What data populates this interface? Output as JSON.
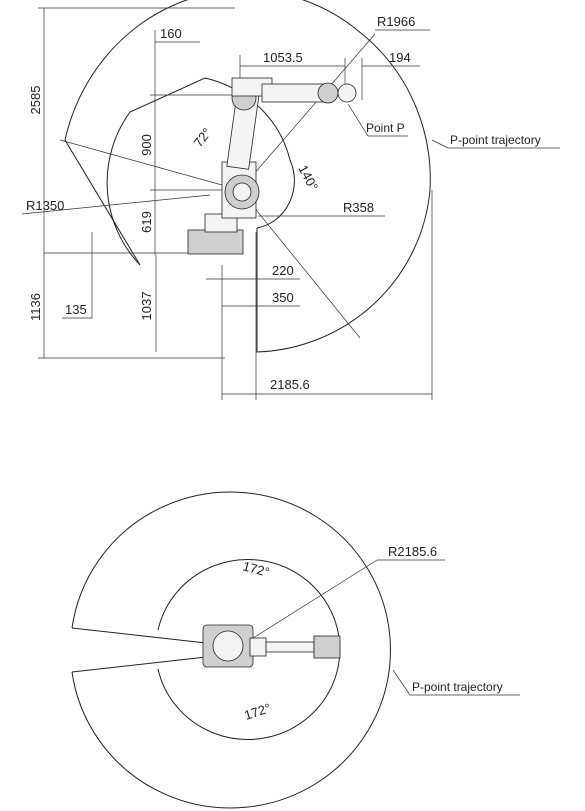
{
  "side_view": {
    "dimensions": {
      "r1966": "R1966",
      "d160": "160",
      "d1053": "1053.5",
      "d194": "194",
      "d2585": "2585",
      "d900": "900",
      "d619": "619",
      "r1350": "R1350",
      "r358": "R358",
      "d220": "220",
      "d350": "350",
      "d1136": "1136",
      "d135": "135",
      "d1037": "1037",
      "d2185": "2185.6"
    },
    "angles": {
      "a72": "72°",
      "a140": "140°"
    },
    "labels": {
      "point_p": "Point P",
      "trajectory": "P-point trajectory"
    }
  },
  "top_view": {
    "dimensions": {
      "r2185": "R2185.6"
    },
    "angles": {
      "a172_top": "172°",
      "a172_bottom": "172°"
    },
    "labels": {
      "trajectory": "P-point trajectory"
    }
  }
}
